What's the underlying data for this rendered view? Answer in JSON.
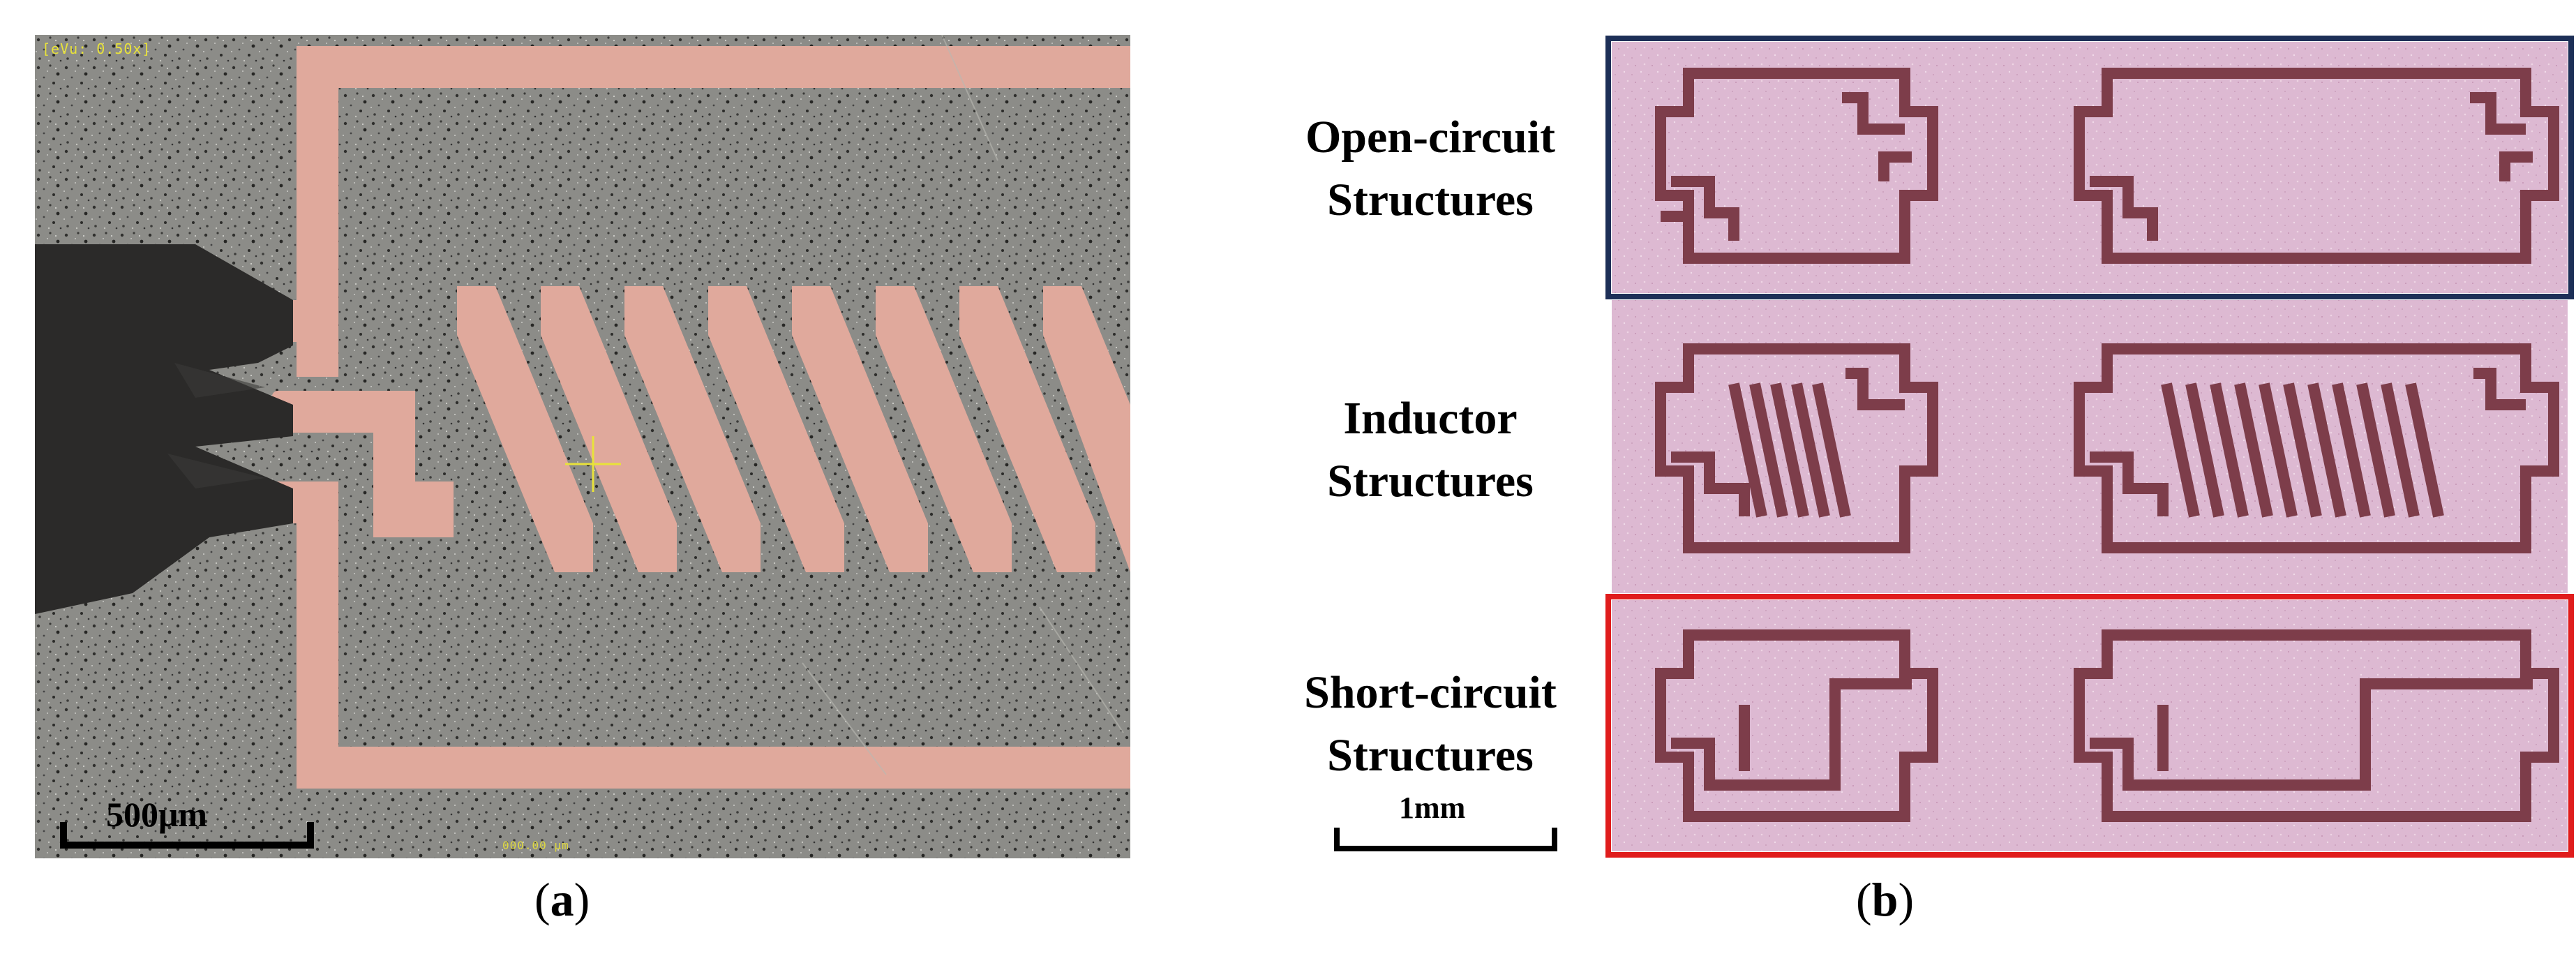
{
  "panel_a": {
    "caption_label": "a",
    "scale_bar": "500μm",
    "mag_readout": "[eVu: 0.50x]",
    "bottom_readout": "000.00 μm"
  },
  "panel_b": {
    "caption_label": "b",
    "rows": [
      {
        "line1": "Open-circuit",
        "line2": "Structures",
        "border_color": "#1d2f57"
      },
      {
        "line1": "Inductor",
        "line2": "Structures",
        "border_color": ""
      },
      {
        "line1": "Short-circuit",
        "line2": "Structures",
        "border_color": "#e01c1c"
      }
    ],
    "scale_bar": "1mm"
  },
  "colors": {
    "copper": "#e0a99c",
    "substrate": "#8c8c88",
    "strip_bg": "#ddb9d2",
    "trace": "#7d3d4a"
  }
}
